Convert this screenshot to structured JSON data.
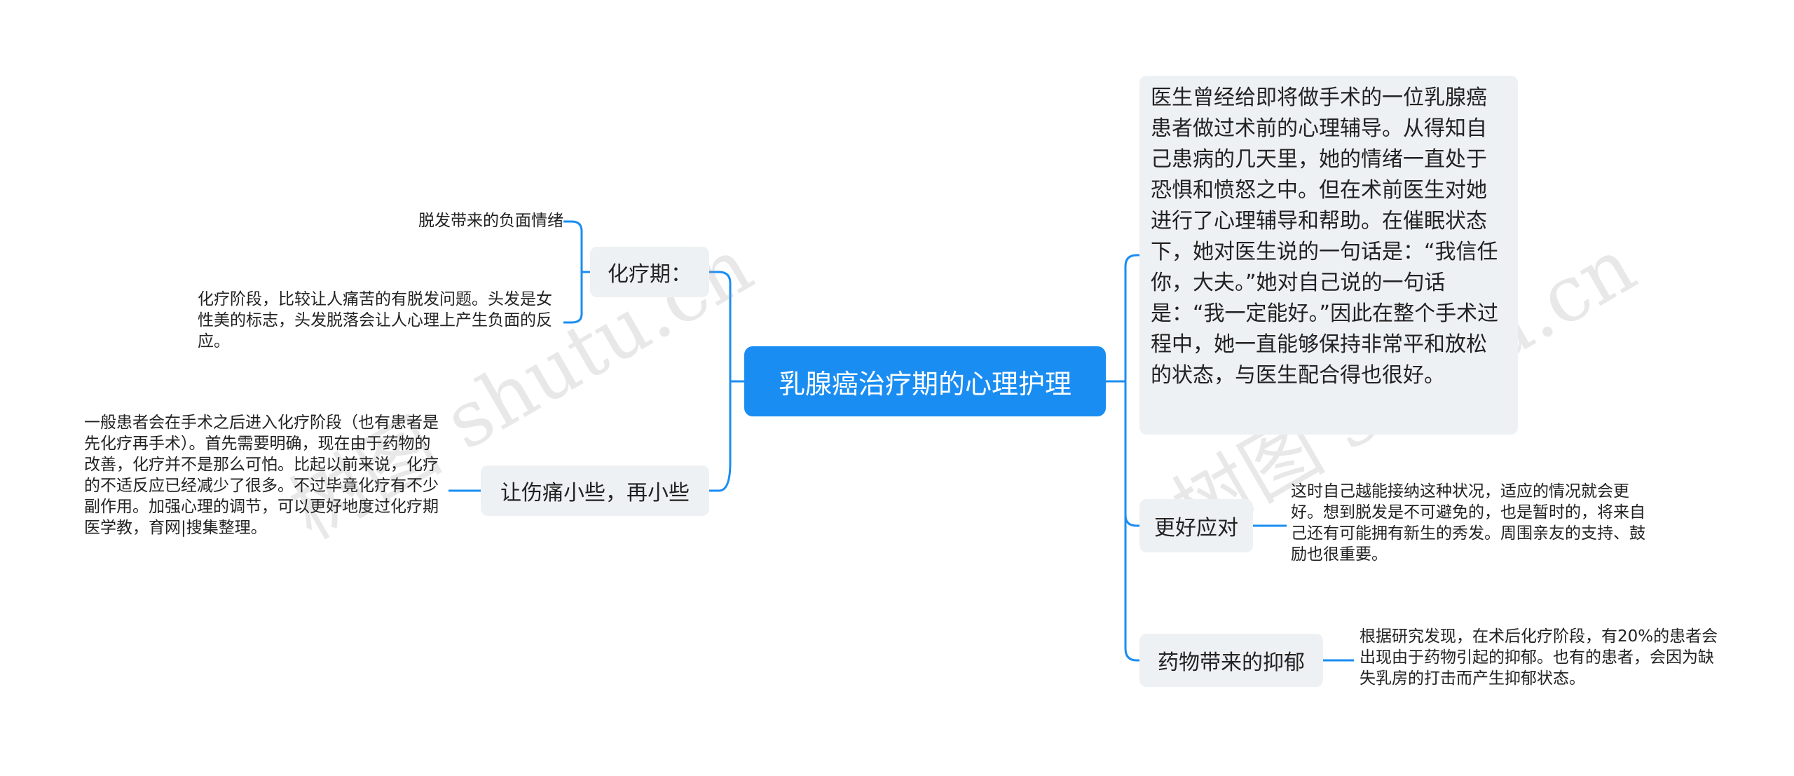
{
  "root": {
    "title": "乳腺癌治疗期的心理护理"
  },
  "left": {
    "chemo": {
      "label": "化疗期：",
      "details": [
        "脱发带来的负面情绪",
        "化疗阶段，比较让人痛苦的有脱发问题。头发是女性美的标志，头发脱落会让人心理上产生负面的反应。"
      ]
    },
    "pain": {
      "label": "让伤痛小些，再小些",
      "detail": "一般患者会在手术之后进入化疗阶段（也有患者是先化疗再手术）。首先需要明确，现在由于药物的改善，化疗并不是那么可怕。比起以前来说，化疗的不适反应已经减少了很多。不过毕竟化疗有不少副作用。加强心理的调节，可以更好地度过化疗期医学教，育网|搜集整理。"
    }
  },
  "right": {
    "story": "医生曾经给即将做手术的一位乳腺癌患者做过术前的心理辅导。从得知自己患病的几天里，她的情绪一直处于恐惧和愤怒之中。但在术前医生对她进行了心理辅导和帮助。在催眠状态下，她对医生说的一句话是：“我信任你，大夫。”她对自己说的一句话是：“我一定能好。”因此在整个手术过程中，她一直能够保持非常平和放松的状态，与医生配合得也很好。",
    "cope": {
      "label": "更好应对",
      "detail": "这时自己越能接纳这种状况，适应的情况就会更好。想到脱发是不可避免的，也是暂时的，将来自己还有可能拥有新生的秀发。周围亲友的支持、鼓励也很重要。"
    },
    "drug": {
      "label": "药物带来的抑郁",
      "detail": "根据研究发现，在术后化疗阶段，有20%的患者会出现由于药物引起的抑郁。也有的患者，会因为缺失乳房的打击而产生抑郁状态。"
    }
  },
  "watermarks": [
    "树图 shutu.cn",
    "树图 shutu.cn"
  ],
  "colors": {
    "accent": "#1a8df2",
    "node_bg": "#eef1f4",
    "line": "#1a8df2"
  }
}
